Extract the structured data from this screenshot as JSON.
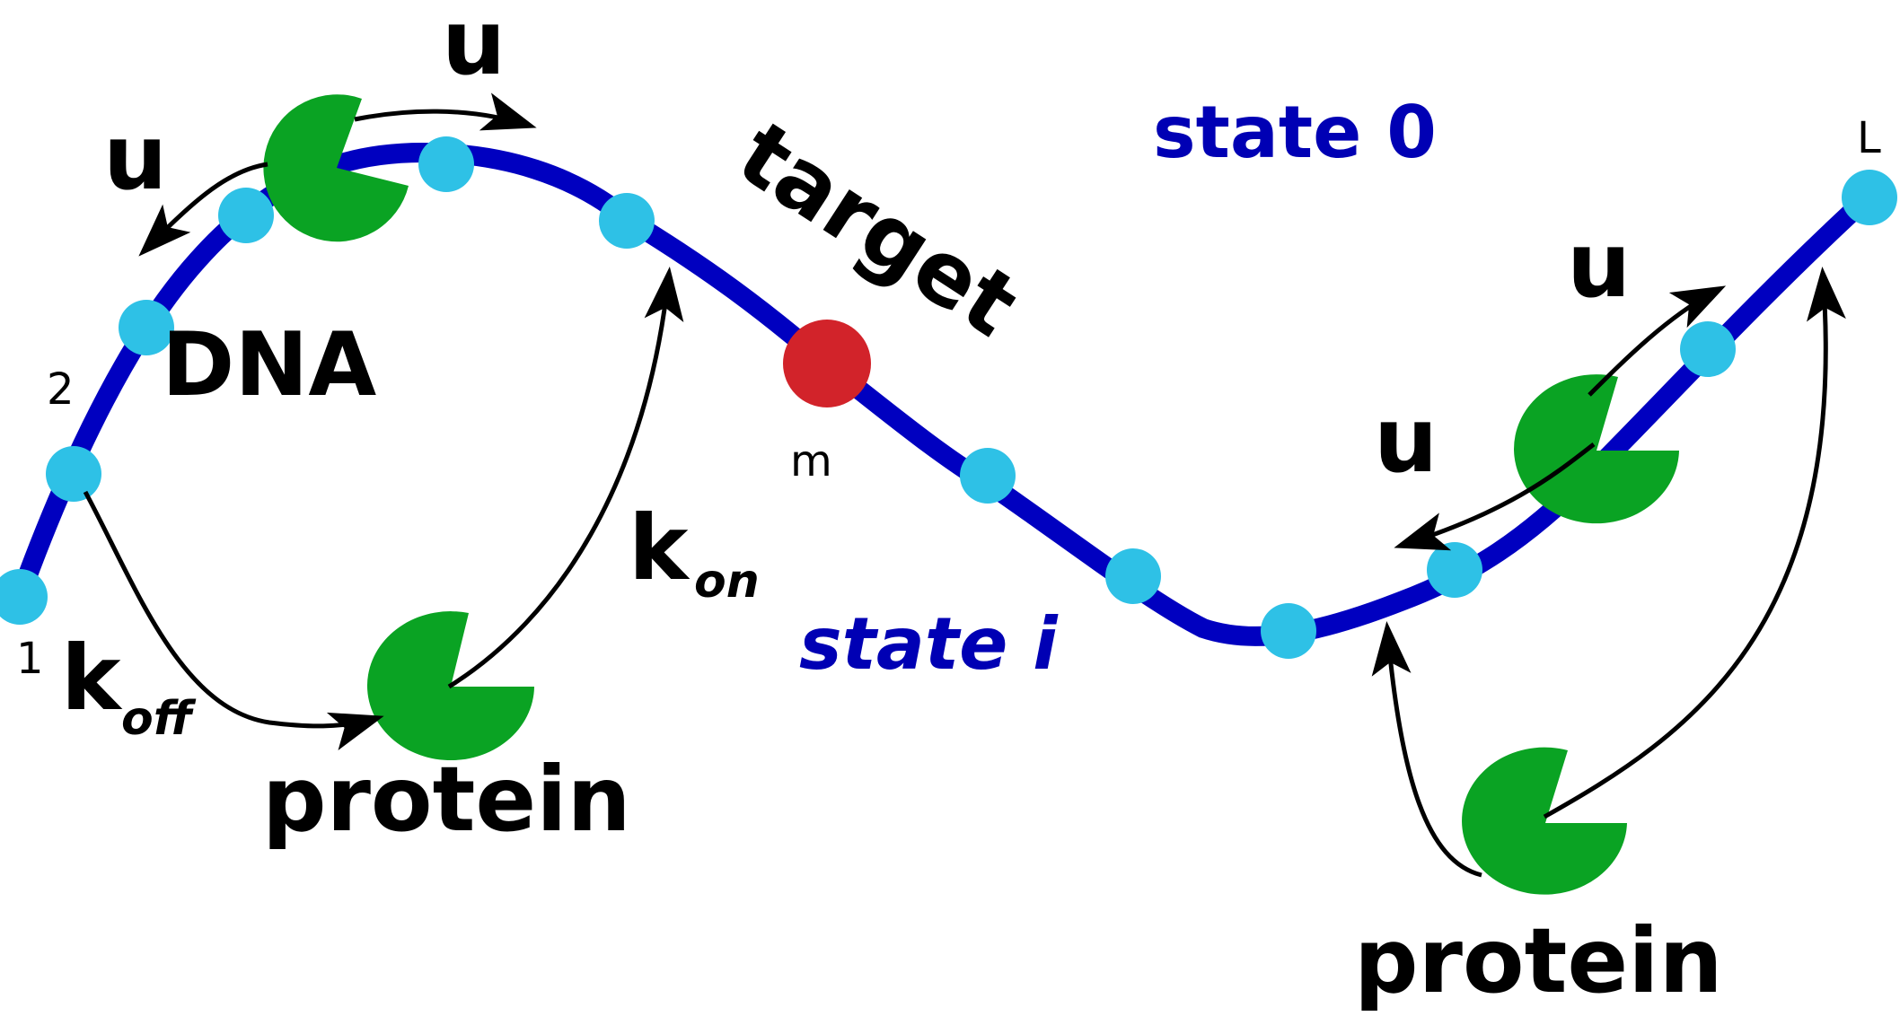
{
  "colors": {
    "dna": "#0000c0",
    "site": "#2ec1e6",
    "target": "#d2232a",
    "protein": "#0aa323",
    "arrow": "#000000",
    "state_text": "#0000b4"
  },
  "labels": {
    "dna": "DNA",
    "target": "target",
    "state0": "state 0",
    "state_i": "state i",
    "protein_left": "protein",
    "protein_right": "protein",
    "u": "u",
    "k_on_main": "k",
    "k_on_sub": "on",
    "k_off_main": "k",
    "k_off_sub": "off",
    "site_1": "1",
    "site_2": "2",
    "site_m": "m",
    "site_L": "L"
  }
}
